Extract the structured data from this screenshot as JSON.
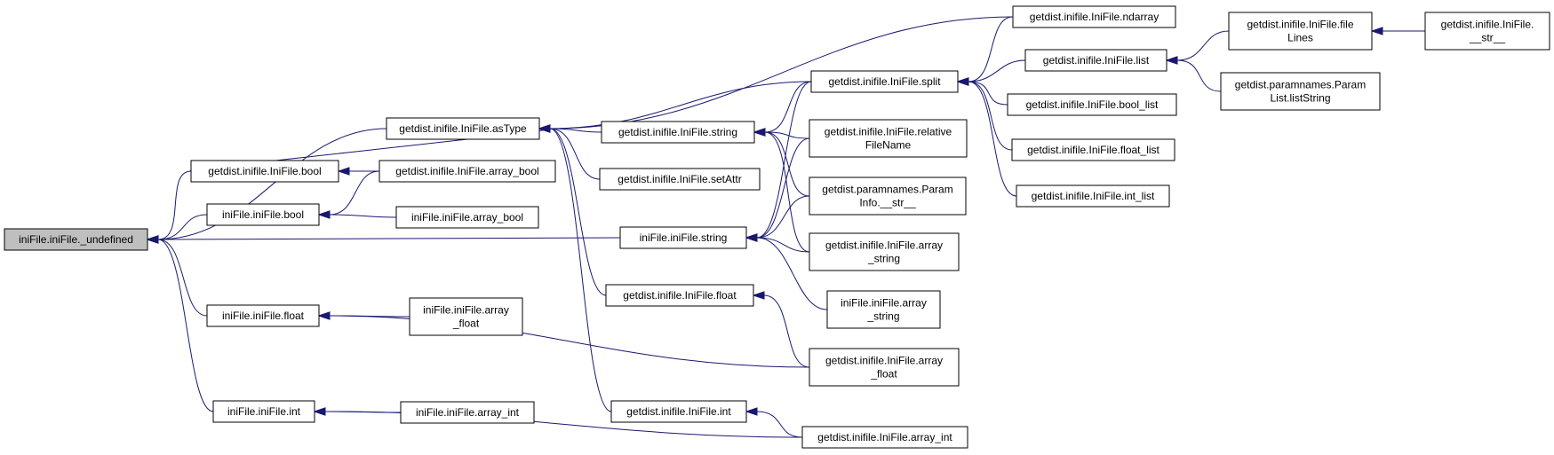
{
  "diagram": {
    "nodes": [
      {
        "id": "root",
        "lines": [
          "iniFile.iniFile._undefined"
        ],
        "root": true
      },
      {
        "id": "gd_astype",
        "lines": [
          "getdist.inifile.IniFile.asType"
        ]
      },
      {
        "id": "gd_bool",
        "lines": [
          "getdist.inifile.IniFile.bool"
        ]
      },
      {
        "id": "ini_bool",
        "lines": [
          "iniFile.iniFile.bool"
        ]
      },
      {
        "id": "ini_string",
        "lines": [
          "iniFile.iniFile.string"
        ]
      },
      {
        "id": "ini_float",
        "lines": [
          "iniFile.iniFile.float"
        ]
      },
      {
        "id": "ini_int",
        "lines": [
          "iniFile.iniFile.int"
        ]
      },
      {
        "id": "gd_array_bool",
        "lines": [
          "getdist.inifile.IniFile.array_bool"
        ]
      },
      {
        "id": "ini_array_bool",
        "lines": [
          "iniFile.iniFile.array_bool"
        ]
      },
      {
        "id": "ini_array_float",
        "lines": [
          "iniFile.iniFile.array",
          "_float"
        ]
      },
      {
        "id": "ini_array_int",
        "lines": [
          "iniFile.iniFile.array_int"
        ]
      },
      {
        "id": "gd_string",
        "lines": [
          "getdist.inifile.IniFile.string"
        ]
      },
      {
        "id": "gd_setattr",
        "lines": [
          "getdist.inifile.IniFile.setAttr"
        ]
      },
      {
        "id": "gd_float",
        "lines": [
          "getdist.inifile.IniFile.float"
        ]
      },
      {
        "id": "gd_int",
        "lines": [
          "getdist.inifile.IniFile.int"
        ]
      },
      {
        "id": "gd_ndarray",
        "lines": [
          "getdist.inifile.IniFile.ndarray"
        ]
      },
      {
        "id": "gd_split",
        "lines": [
          "getdist.inifile.IniFile.split"
        ]
      },
      {
        "id": "gd_relfile",
        "lines": [
          "getdist.inifile.IniFile.relative",
          "FileName"
        ]
      },
      {
        "id": "pn_info_str",
        "lines": [
          "getdist.paramnames.Param",
          "Info.__str__"
        ]
      },
      {
        "id": "gd_array_string",
        "lines": [
          "getdist.inifile.IniFile.array",
          "_string"
        ]
      },
      {
        "id": "ini_array_string",
        "lines": [
          "iniFile.iniFile.array",
          "_string"
        ]
      },
      {
        "id": "gd_array_float",
        "lines": [
          "getdist.inifile.IniFile.array",
          "_float"
        ]
      },
      {
        "id": "gd_array_int",
        "lines": [
          "getdist.inifile.IniFile.array_int"
        ]
      },
      {
        "id": "gd_list",
        "lines": [
          "getdist.inifile.IniFile.list"
        ]
      },
      {
        "id": "gd_bool_list",
        "lines": [
          "getdist.inifile.IniFile.bool_list"
        ]
      },
      {
        "id": "gd_float_list",
        "lines": [
          "getdist.inifile.IniFile.float_list"
        ]
      },
      {
        "id": "gd_int_list",
        "lines": [
          "getdist.inifile.IniFile.int_list"
        ]
      },
      {
        "id": "gd_filelines",
        "lines": [
          "getdist.inifile.IniFile.file",
          "Lines"
        ]
      },
      {
        "id": "pn_liststring",
        "lines": [
          "getdist.paramnames.Param",
          "List.listString"
        ]
      },
      {
        "id": "gd_str",
        "lines": [
          "getdist.inifile.IniFile.",
          "__str__"
        ]
      }
    ],
    "edges": [
      [
        "gd_astype",
        "root"
      ],
      [
        "gd_bool",
        "root"
      ],
      [
        "ini_bool",
        "root"
      ],
      [
        "ini_string",
        "root"
      ],
      [
        "ini_float",
        "root"
      ],
      [
        "ini_int",
        "root"
      ],
      [
        "gd_bool",
        "gd_astype"
      ],
      [
        "gd_string",
        "gd_astype"
      ],
      [
        "gd_setattr",
        "gd_astype"
      ],
      [
        "gd_float",
        "gd_astype"
      ],
      [
        "gd_int",
        "gd_astype"
      ],
      [
        "gd_ndarray",
        "gd_astype"
      ],
      [
        "gd_split",
        "gd_astype"
      ],
      [
        "gd_array_bool",
        "gd_bool"
      ],
      [
        "gd_array_bool",
        "ini_bool"
      ],
      [
        "ini_array_bool",
        "ini_bool"
      ],
      [
        "ini_array_float",
        "ini_float"
      ],
      [
        "gd_array_float",
        "ini_float"
      ],
      [
        "ini_array_int",
        "ini_int"
      ],
      [
        "gd_array_int",
        "ini_int"
      ],
      [
        "gd_relfile",
        "gd_string"
      ],
      [
        "pn_info_str",
        "gd_string"
      ],
      [
        "gd_array_string",
        "gd_string"
      ],
      [
        "gd_split",
        "gd_string"
      ],
      [
        "gd_relfile",
        "ini_string"
      ],
      [
        "pn_info_str",
        "ini_string"
      ],
      [
        "gd_array_string",
        "ini_string"
      ],
      [
        "ini_array_string",
        "ini_string"
      ],
      [
        "gd_split",
        "ini_string"
      ],
      [
        "gd_array_float",
        "gd_float"
      ],
      [
        "gd_array_int",
        "gd_int"
      ],
      [
        "gd_ndarray",
        "gd_split"
      ],
      [
        "gd_list",
        "gd_split"
      ],
      [
        "gd_bool_list",
        "gd_split"
      ],
      [
        "gd_float_list",
        "gd_split"
      ],
      [
        "gd_int_list",
        "gd_split"
      ],
      [
        "gd_filelines",
        "gd_list"
      ],
      [
        "pn_liststring",
        "gd_list"
      ],
      [
        "gd_str",
        "gd_filelines"
      ]
    ]
  }
}
